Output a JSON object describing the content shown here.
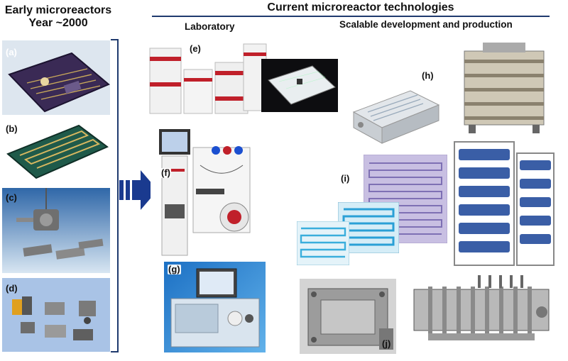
{
  "left_column": {
    "title_line1": "Early microreactors",
    "title_line2": "Year ~2000"
  },
  "header": {
    "title": "Current microreactor technologies",
    "laboratory": "Laboratory",
    "scalable": "Scalable development and production"
  },
  "panels": {
    "a": "(a)",
    "b": "(b)",
    "c": "(c)",
    "d": "(d)",
    "e": "(e)",
    "f": "(f)",
    "g": "(g)",
    "h": "(h)",
    "i": "(i)",
    "j": "(j)"
  },
  "colors": {
    "accent_navy": "#1f3a6e",
    "arrow_blue": "#1a3a8f"
  }
}
